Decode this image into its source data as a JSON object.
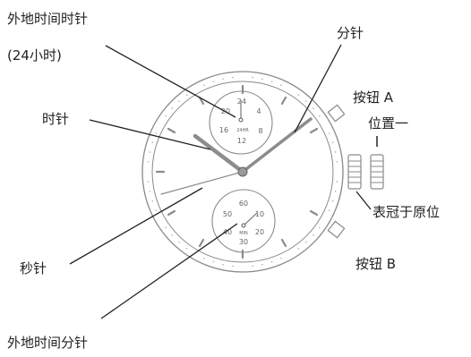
{
  "labels": {
    "home_time_hour_hand": "外地时间时针",
    "home_time_24h": "(24小时)",
    "hour_hand": "时针",
    "minute_hand": "分针",
    "second_hand": "秒针",
    "home_time_minute_hand": "外地时间分针",
    "button_a": "按钮 A",
    "position_one": "位置一",
    "crown_normal_position": "表冠于原位",
    "button_b": "按钮 B"
  },
  "upper_subdial": {
    "numerals": [
      "24",
      "4",
      "8",
      "12",
      "16",
      "20"
    ],
    "caption": "24HR"
  },
  "lower_subdial": {
    "numerals": [
      "60",
      "10",
      "20",
      "30",
      "40",
      "50"
    ],
    "caption": "MIN"
  },
  "colors": {
    "ink": "#222222",
    "dial_line": "#8a8a8a",
    "hand": "#8c8c8c"
  }
}
